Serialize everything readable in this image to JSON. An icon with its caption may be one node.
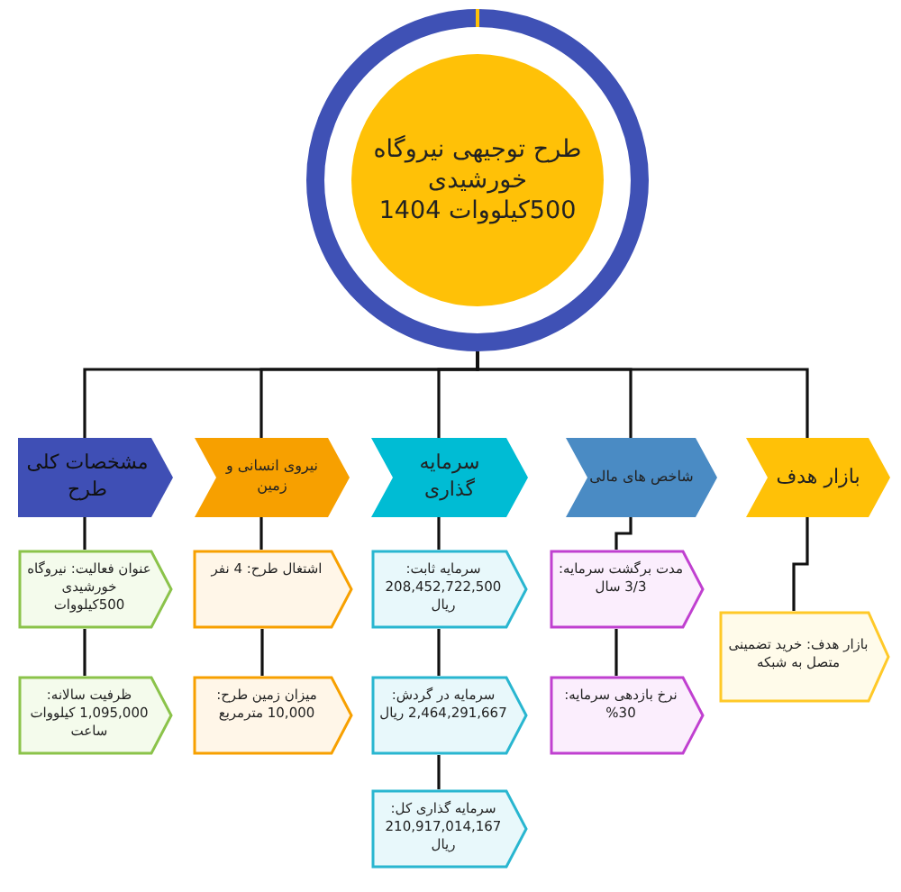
{
  "diagram": {
    "nodes": [
      {
        "text": [
          "طرح توجیهی نیروگاه خورشیدی 500کیلووات 1404"
        ]
      },
      {
        "text": [
          "مشخصات کلی طرح"
        ]
      },
      {
        "text": [
          "نیروی انسانی و زمین"
        ]
      },
      {
        "text": [
          "سرمایه گذاری"
        ]
      },
      {
        "text": [
          "شاخص های مالی"
        ]
      },
      {
        "text": [
          "بازار هدف"
        ]
      },
      {
        "text": [
          "عنوان فعالیت: نیروگاه خورشیدی 500کیلووات"
        ]
      },
      {
        "text": [
          "اشتغال طرح: 4 نفر"
        ]
      },
      {
        "text": [
          "سرمایه ثابت: 208,452,722,500 ریال"
        ]
      },
      {
        "text": [
          "مدت برگشت سرمایه: 3/3 سال"
        ]
      },
      {
        "text": [
          "بازار هدف: خرید تضمینی متصل به شبکه"
        ]
      },
      {
        "text": [
          "ظرفیت سالانه: 1,095,000 کیلووات ساعت"
        ]
      },
      {
        "text": [
          "میزان زمین طرح: 10,000 مترمربع"
        ]
      },
      {
        "text": [
          "سرمایه در گردش: 2,464,291,667 ریال"
        ]
      },
      {
        "text": [
          "نرخ بازدهی سرمایه: 30%"
        ]
      },
      {
        "text": [
          "سرمایه گذاری کل: 210,917,014,167 ریال"
        ]
      }
    ],
    "edges": [
      {
        "from": 0,
        "to": 1,
        "arrow": "none"
      },
      {
        "from": 0,
        "to": 2,
        "arrow": "none"
      },
      {
        "from": 0,
        "to": 3,
        "arrow": "none"
      },
      {
        "from": 0,
        "to": 4,
        "arrow": "none"
      },
      {
        "from": 0,
        "to": 5,
        "arrow": "none"
      },
      {
        "from": 1,
        "to": 6,
        "arrow": "none"
      },
      {
        "from": 6,
        "to": 11,
        "arrow": "none"
      },
      {
        "from": 2,
        "to": 7,
        "arrow": "none"
      },
      {
        "from": 7,
        "to": 12,
        "arrow": "none"
      },
      {
        "from": 3,
        "to": 8,
        "arrow": "none"
      },
      {
        "from": 8,
        "to": 13,
        "arrow": "none"
      },
      {
        "from": 13,
        "to": 15,
        "arrow": "none"
      },
      {
        "from": 4,
        "to": 9,
        "arrow": "none"
      },
      {
        "from": 9,
        "to": 14,
        "arrow": "none"
      },
      {
        "from": 5,
        "to": 10,
        "arrow": "none"
      }
    ]
  }
}
